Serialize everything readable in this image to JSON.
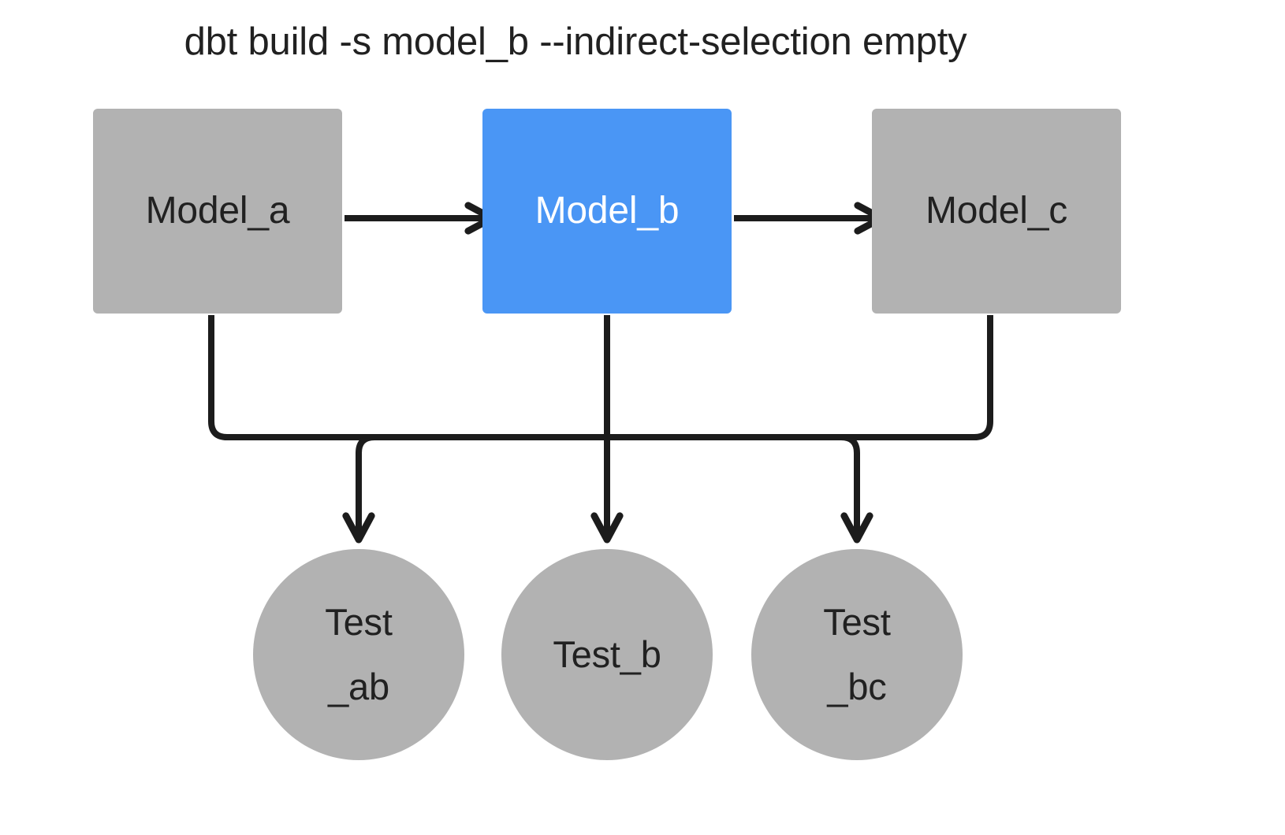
{
  "diagram": {
    "title": "dbt build -s model_b --indirect-selection empty",
    "background_color": "#ffffff",
    "edge_color": "#1c1c1c",
    "node_gray": "#b2b2b2",
    "node_blue": "#4a96f5",
    "text_dark": "#212121",
    "text_light": "#ffffff"
  },
  "models": [
    {
      "id": "model_a",
      "label": "Model_a",
      "state": "unselected",
      "color": "#b2b2b2",
      "text_color": "#212121"
    },
    {
      "id": "model_b",
      "label": "Model_b",
      "state": "selected",
      "color": "#4a96f5",
      "text_color": "#ffffff"
    },
    {
      "id": "model_c",
      "label": "Model_c",
      "state": "unselected",
      "color": "#b2b2b2",
      "text_color": "#212121"
    }
  ],
  "tests": [
    {
      "id": "test_ab",
      "label": "Test_ab",
      "line1": "Test",
      "line2": "_ab",
      "color": "#b2b2b2"
    },
    {
      "id": "test_b",
      "label": "Test_b",
      "line1": "Test_b",
      "line2": "",
      "color": "#b2b2b2"
    },
    {
      "id": "test_bc",
      "label": "Test_bc",
      "line1": "Test",
      "line2": "_bc",
      "color": "#b2b2b2"
    }
  ],
  "edges": [
    {
      "from": "model_a",
      "to": "model_b",
      "kind": "model-to-model"
    },
    {
      "from": "model_b",
      "to": "model_c",
      "kind": "model-to-model"
    },
    {
      "from": "model_a",
      "to": "test_ab",
      "kind": "model-to-test"
    },
    {
      "from": "model_b",
      "to": "test_ab",
      "kind": "model-to-test"
    },
    {
      "from": "model_b",
      "to": "test_b",
      "kind": "model-to-test"
    },
    {
      "from": "model_b",
      "to": "test_bc",
      "kind": "model-to-test"
    },
    {
      "from": "model_c",
      "to": "test_bc",
      "kind": "model-to-test"
    }
  ]
}
